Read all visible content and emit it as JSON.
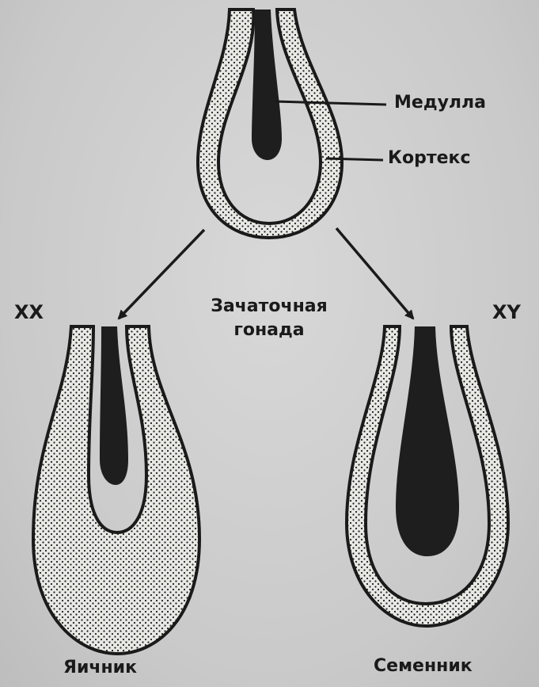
{
  "labels": {
    "medulla": "Медулла",
    "cortex": "Кортекс",
    "indifferent_gonad_line1": "Зачаточная",
    "indifferent_gonad_line2": "гонада",
    "xx": "XX",
    "xy": "XY",
    "ovary": "Яичник",
    "testis": "Семенник"
  },
  "colors": {
    "background": "#cfcfcf",
    "ink": "#1a1a1a",
    "cortex_fill": "#e8e8e4",
    "medulla_fill": "#1e1e1e"
  }
}
